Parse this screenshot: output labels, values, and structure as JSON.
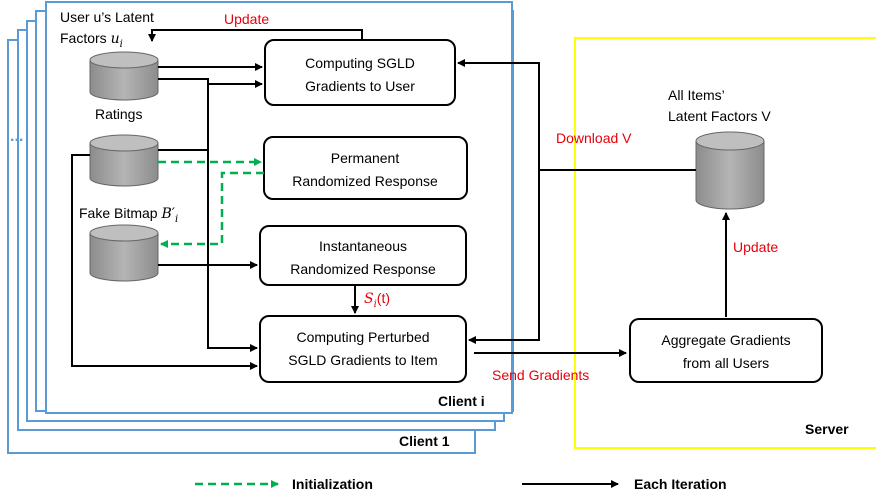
{
  "client": {
    "name_i": "Client i",
    "name_1": "Client 1",
    "ellipsis": "..."
  },
  "server": {
    "name": "Server",
    "items_label_line1": "All Items’",
    "items_label_line2": "Latent Factors V",
    "aggregate_line1": "Aggregate Gradients",
    "aggregate_line2": "from all Users"
  },
  "stores": {
    "user_factors_line1": "User u’s Latent",
    "user_factors_line2": "Factors",
    "user_factors_symbol": "u",
    "user_factors_sub": "i",
    "ratings": "Ratings",
    "fake_bitmap": "Fake Bitmap",
    "fake_bitmap_symbol": "B′",
    "fake_bitmap_sub": "i"
  },
  "processes": {
    "sgld_user_line1": "Computing SGLD",
    "sgld_user_line2": "Gradients to User",
    "prr_line1": "Permanent",
    "prr_line2": "Randomized Response",
    "irr_line1": "Instantaneous",
    "irr_line2": "Randomized Response",
    "sgld_item_line1": "Computing Perturbed",
    "sgld_item_line2": "SGLD Gradients to Item"
  },
  "flows": {
    "update_user": "Update",
    "download_v": "Download V",
    "send_gradients": "Send Gradients",
    "update_server": "Update",
    "s_symbol": "S",
    "s_sub": "i",
    "s_arg": "(t)"
  },
  "legend": {
    "initialization": "Initialization",
    "each_iteration": "Each Iteration"
  },
  "colors": {
    "client_frame": "#5b9bd5",
    "server_frame": "#ffff00",
    "cylinder_fill": "#a6a6a6",
    "init_arrow": "#00b050",
    "flow_text": "#e8000b"
  }
}
